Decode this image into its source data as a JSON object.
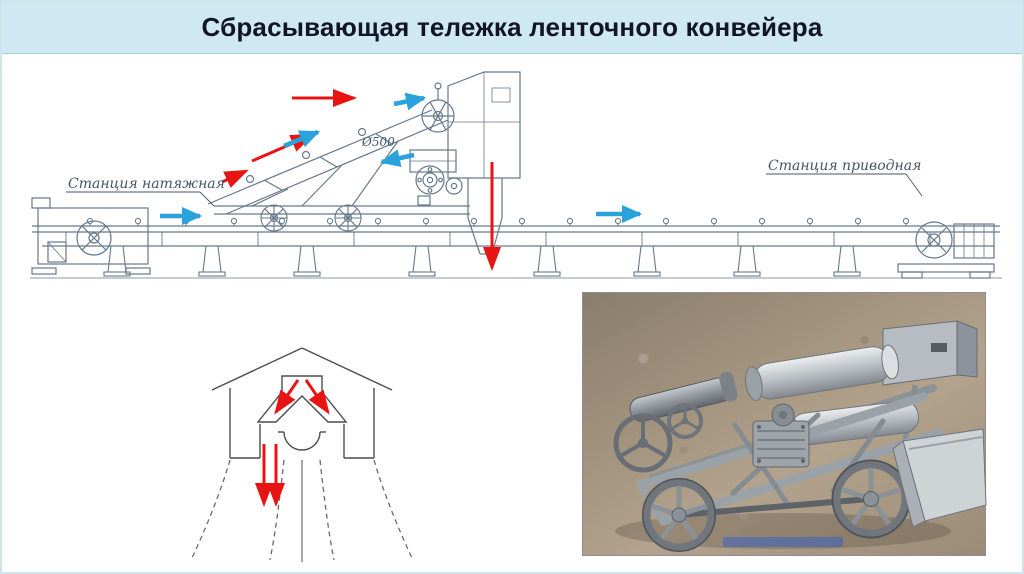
{
  "slide": {
    "title": "Сбрасывающая тележка  ленточного  конвейера"
  },
  "colors": {
    "header_bg": "#cfe9f2",
    "header_border": "#aacfdc",
    "title_text": "#141428",
    "drawing_line": "#66798b",
    "schematic_line": "#4d4d4d",
    "arrow_red": "#e81414",
    "arrow_blue": "#2aa2db"
  },
  "diagram": {
    "label_left": "Станция натяжная",
    "label_right": "Станция приводная",
    "dim_label": "Ø500"
  }
}
